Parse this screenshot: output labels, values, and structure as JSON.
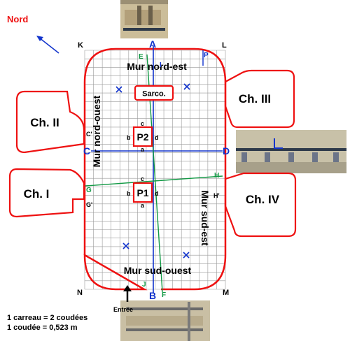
{
  "north_label": "Nord",
  "grid_corners": {
    "K": "K",
    "L": "L",
    "N": "N",
    "M": "M"
  },
  "walls": {
    "nord_est": "Mur nord-est",
    "nord_ouest": "Mur nord-ouest",
    "sud_est": "Mur sud-est",
    "sud_ouest": "Mur sud-ouest"
  },
  "chambers": {
    "ch1": "Ch. I",
    "ch2": "Ch. II",
    "ch3": "Ch. III",
    "ch4": "Ch. IV"
  },
  "sarcophagus": "Sarco.",
  "pillars": {
    "p1": "P1",
    "p2": "P2"
  },
  "pillar_faces": {
    "a": "a",
    "b": "b",
    "c": "c",
    "d": "d"
  },
  "axis_points": {
    "A": "A",
    "B": "B",
    "C": "C",
    "D": "D",
    "E": "E",
    "F": "F",
    "G": "G",
    "G_prime": "G'",
    "H": "H",
    "H_prime": "H'",
    "C_prime": "C'",
    "I": "I",
    "J": "J",
    "P": "P"
  },
  "entrance": "Entrée",
  "legend": {
    "line1": "1 carreau = 2 coudées",
    "line2": "1 coudée = 0,523 m"
  },
  "colors": {
    "red": "#ee1111",
    "blue": "#1133cc",
    "green": "#119944",
    "grid": "#9a9a9a"
  },
  "icons": [
    "north-arrow-icon",
    "entrance-arrow-icon"
  ]
}
